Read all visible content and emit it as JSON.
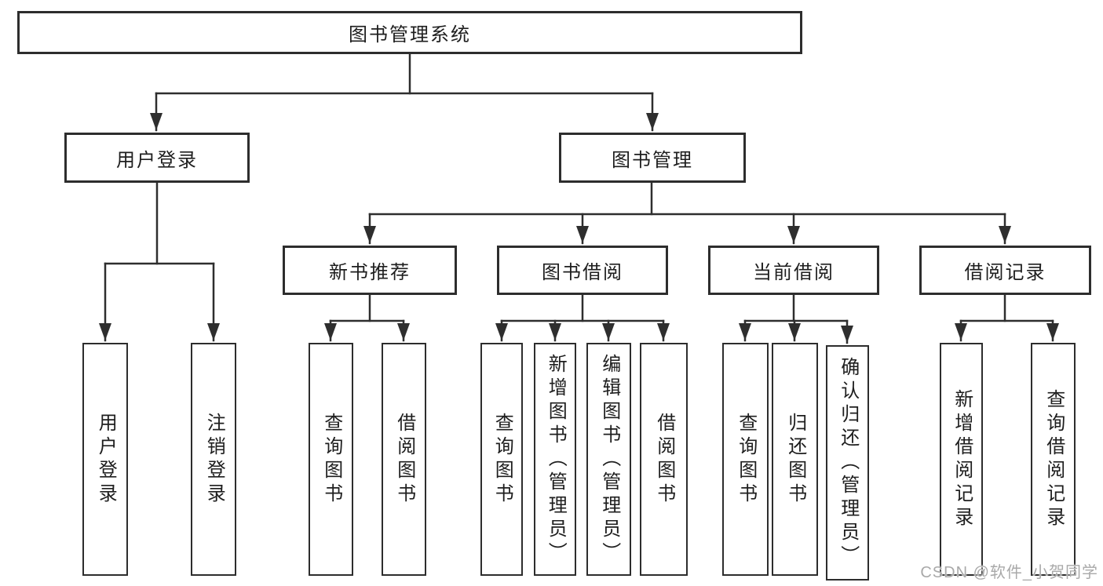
{
  "nodes": {
    "root": "图书管理系统",
    "user_login": "用户登录",
    "book_mgmt": "图书管理",
    "new_book_rec": "新书推荐",
    "book_borrow": "图书借阅",
    "current_borrow": "当前借阅",
    "borrow_records": "借阅记录",
    "ul_user_login": "用户登录",
    "ul_logout": "注销登录",
    "nr_query_books": "查询图书",
    "nr_borrow_books": "借阅图书",
    "bb_query_books": "查询图书",
    "bb_add_books": "新增图书（管理员）",
    "bb_edit_books": "编辑图书（管理员）",
    "bb_borrow_books": "借阅图书",
    "cb_query_books": "查询图书",
    "cb_return_books": "归还图书",
    "cb_confirm_return": "确认归还（管理员）",
    "br_add_record": "新增借阅记录",
    "br_query_record": "查询借阅记录"
  },
  "watermark": "CSDN @软件_小贺同学",
  "colors": {
    "line": "#2e2e2e",
    "box_border": "#2d2d2d",
    "text": "#1e1e1e",
    "watermark": "#a9a9a9",
    "background": "#ffffff"
  }
}
